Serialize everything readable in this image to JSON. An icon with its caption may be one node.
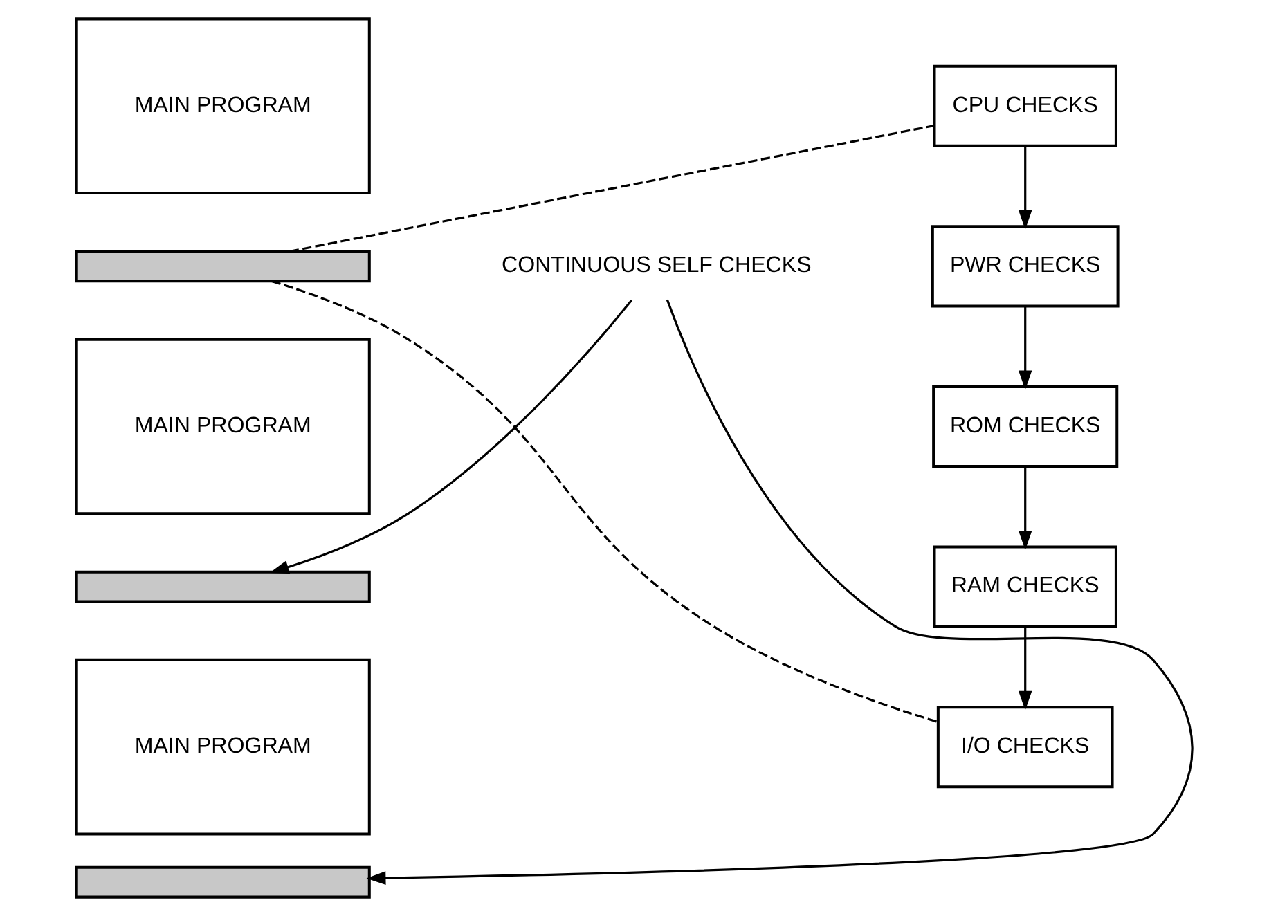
{
  "diagram": {
    "nodes": [
      {
        "text": [
          "MAIN PROGRAM"
        ]
      },
      {
        "text": [],
        "shape": "bar"
      },
      {
        "text": [
          "MAIN PROGRAM"
        ]
      },
      {
        "text": [],
        "shape": "bar"
      },
      {
        "text": [
          "MAIN PROGRAM"
        ]
      },
      {
        "text": [],
        "shape": "bar"
      },
      {
        "text": [
          "CONTINUOUS SELF CHECKS"
        ]
      },
      {
        "text": [
          "CPU CHECKS"
        ]
      },
      {
        "text": [
          "PWR CHECKS"
        ]
      },
      {
        "text": [
          "ROM CHECKS"
        ]
      },
      {
        "text": [
          "RAM CHECKS"
        ]
      },
      {
        "text": [
          "I/O CHECKS"
        ]
      }
    ],
    "edges": [
      {
        "from": 6,
        "to": 3,
        "arrow": "to"
      },
      {
        "from": 6,
        "to": 5,
        "arrow": "to"
      },
      {
        "from": 1,
        "to": 7,
        "arrow": "none",
        "style": "dashed"
      },
      {
        "from": 1,
        "to": 11,
        "arrow": "none",
        "style": "dashed"
      },
      {
        "from": 7,
        "to": 8,
        "arrow": "to"
      },
      {
        "from": 8,
        "to": 9,
        "arrow": "to"
      },
      {
        "from": 9,
        "to": 10,
        "arrow": "to"
      },
      {
        "from": 10,
        "to": 11,
        "arrow": "to"
      }
    ]
  }
}
